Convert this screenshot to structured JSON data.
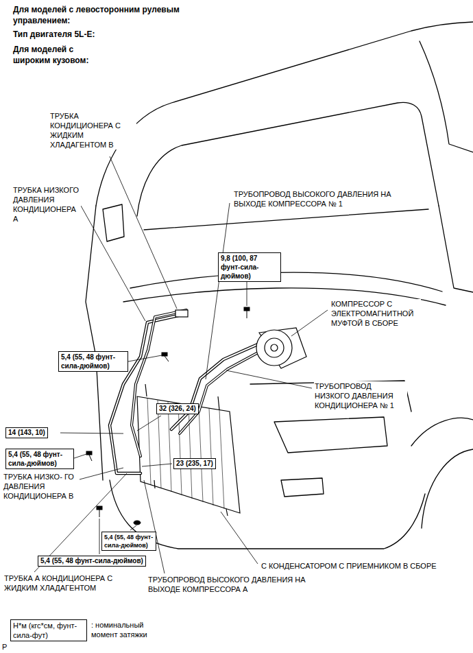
{
  "diagram": {
    "nodes": [
      {
        "text": [
          "9,8 (100, 87 фунт-сила-дюймов)"
        ]
      },
      {
        "text": [
          "5,4 (55, 48 фунт-сила-дюймов)"
        ]
      },
      {
        "text": [
          "32 (326, 24)"
        ]
      },
      {
        "text": [
          "14 (143, 10)"
        ]
      },
      {
        "text": [
          "5,4 (55, 48 фунт-сила-дюймов)"
        ]
      },
      {
        "text": [
          "23 (235, 17)"
        ]
      },
      {
        "text": [
          "5,4 (55, 48 фунт-сила-дюймов)"
        ]
      },
      {
        "text": [
          "5,4 (55, 48 фунт-сила-дюймов)"
        ]
      },
      {
        "text": [
          "Н*м (кгс*см, фунт-сила-фут)"
        ]
      }
    ],
    "labels": [
      "Для моделей с левосторонним рулевым управлением:",
      "Тип двигателя 5L-E:",
      "Для моделей с широким кузовом:",
      "ТРУБКА КОНДИЦИОНЕРА С ЖИДКИМ ХЛАДАГЕНТОМ В",
      "ТРУБКА НИЗКОГО ДАВЛЕНИЯ КОНДИЦИОНЕРА А",
      "ТРУБОПРОВОД ВЫСОКОГО ДАВЛЕНИЯ НА ВЫХОДЕ КОМПРЕССОРА № 1",
      "КОМПРЕССОР С ЭЛЕКТРОМАГНИТНОЙ МУФТОЙ В СБОРЕ",
      "ТРУБОПРОВОД НИЗКОГО ДАВЛЕНИЯ КОНДИЦИОНЕРА № 1",
      "ТРУБКА НИЗКО- ГО ДАВЛЕНИЯ КОНДИЦИОНЕРА В",
      "С КОНДЕНСАТОРОМ С ПРИЕМНИКОМ В СБОРЕ",
      "ТРУБКА А КОНДИЦИОНЕРА С ЖИДКИМ ХЛАДАГЕНТОМ",
      "ТРУБОПРОВОД ВЫСОКОГО ДАВЛЕНИЯ НА ВЫХОДЕ КОМПРЕССОРА А",
      "P"
    ],
    "legend": [
      {
        "text": ": номинальный момент затяжки"
      }
    ]
  }
}
